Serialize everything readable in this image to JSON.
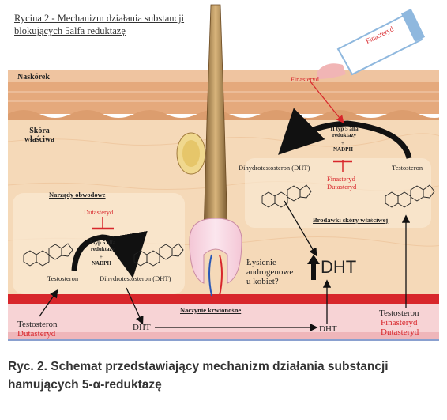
{
  "figure": {
    "title": "Rycina 2 - Mechanizm działania substancji blokujących 5alfa reduktazę",
    "labels": {
      "naskorek": "Naskórek",
      "skora_wlasciwa": "Skóra właściwa",
      "finasteryd_top": "Finasteryd",
      "tube_label": "Finasteryd",
      "enzyme_right_1": "II typ 5 alfa reduktazy",
      "plus_right": "+",
      "nadph_right": "NADPH",
      "dht_right_molecule": "Dihydrotestosteron (DHT)",
      "testosteron_right_molecule": "Testosteron",
      "inhibitors_right_1": "Finasteryd",
      "inhibitors_right_2": "Dutasteryd",
      "brodawki": "Brodawki skóry właściwej",
      "narzady": "Narządy obwodowe",
      "dutasteryd_left": "Dutasteryd",
      "enzyme_left": "I typ 5 alfa reduktazy",
      "plus_left": "+",
      "nadph_left": "NADPH",
      "testosteron_left_molecule": "Testosteron",
      "dht_left_molecule": "Dihydrotestosteron (DHT)",
      "lysienie_1": "Łysienie",
      "lysienie_2": "androgenowe",
      "lysienie_3": "u kobiet?",
      "dht_big": "DHT",
      "naczynie": "Naczynie krwionośne",
      "testosteron_bottom_left": "Testosteron",
      "dutasteryd_bottom_left": "Dutasteryd",
      "dht_bottom_1": "DHT",
      "dht_bottom_2": "DHT",
      "testosteron_bottom_right": "Testosteron",
      "finasteryd_bottom_right": "Finasteryd",
      "dutasteryd_bottom_right": "Dutasteryd"
    },
    "colors": {
      "skin_top": "#e9b488",
      "dermis": "#f4d6b2",
      "blood_red": "#d8262b",
      "blood_band": "#f7d0d2",
      "hair": "#b08a55",
      "inhibitor_red": "#d8262b",
      "tube_blue": "#8fb8de"
    }
  },
  "caption": "Ryc. 2. Schemat przedstawiający mechanizm działania substancji hamujących 5-α-reduktazę"
}
